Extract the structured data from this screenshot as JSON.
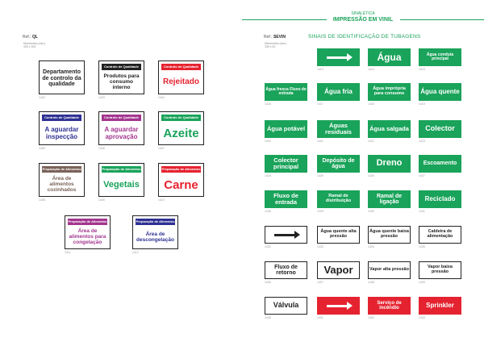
{
  "header": {
    "category": "SINALÉTICA",
    "title": "IMPRESSÃO EM VINIL"
  },
  "left": {
    "ref_label": "Ref.:",
    "ref_code": "QL",
    "dim_label": "Dimensões (mm)",
    "dim_value": "400 x 300"
  },
  "right": {
    "ref_label": "Ref.:",
    "ref_code": "SEVIN",
    "dim_label": "Dimensões (mm)",
    "dim_value": "150 x 40",
    "section_title": "SINAIS DE IDENTIFICAÇÃO DE TUBAGENS"
  },
  "colors": {
    "green": "#1aa35a",
    "red": "#e52330",
    "black": "#222222",
    "blue": "#2e3192",
    "purple": "#a3358f",
    "brown": "#7a6259"
  },
  "left_signs": [
    {
      "header": "",
      "text": "Departamento de controlo da qualidade",
      "code": "1402",
      "color": "#222222",
      "text_color": "#222222",
      "size": 7
    },
    {
      "header": "Controlo de Qualidade",
      "text": "Produtos para consumo interno",
      "code": "1403",
      "color": "#222222",
      "text_color": "#222222",
      "size": 6.5
    },
    {
      "header": "Controlo de Qualidade",
      "text": "Rejeitado",
      "code": "1404",
      "color": "#e52330",
      "text_color": "#e52330",
      "size": 10
    },
    {
      "header": "Controlo de Qualidade",
      "text": "A aguardar inspecção",
      "code": "1405",
      "color": "#2e3192",
      "text_color": "#2e3192",
      "size": 8
    },
    {
      "header": "Controlo de Qualidade",
      "text": "A aguardar aprovação",
      "code": "1406",
      "color": "#a3358f",
      "text_color": "#a3358f",
      "size": 8
    },
    {
      "header": "Controlo de Qualidade",
      "text": "Azeite",
      "code": "1407",
      "color": "#1aa35a",
      "text_color": "#1aa35a",
      "size": 15
    },
    {
      "header": "Preparação de Alimentos",
      "text": "Área de alimentos cozinhados",
      "code": "1408",
      "color": "#7a6259",
      "text_color": "#7a6259",
      "size": 6.5
    },
    {
      "header": "Preparação de Alimentos",
      "text": "Vegetais",
      "code": "1409",
      "color": "#1aa35a",
      "text_color": "#1aa35a",
      "size": 11
    },
    {
      "header": "Preparação de Alimentos",
      "text": "Carne",
      "code": "1410",
      "color": "#e52330",
      "text_color": "#e52330",
      "size": 15
    },
    {
      "header": "Preparação de Alimentos",
      "text": "Área de alimentos para congelação",
      "code": "1411",
      "color": "#a3358f",
      "text_color": "#a3358f",
      "size": 6.5
    },
    {
      "header": "Preparação de Alimentos",
      "text": "Área de descongelação",
      "code": "1412",
      "color": "#2e3192",
      "text_color": "#2e3192",
      "size": 6.5
    }
  ],
  "right_signs": [
    {
      "text": "",
      "arrow": true,
      "code": "1413",
      "style": "green",
      "size": 8
    },
    {
      "text": "Água",
      "code": "1414",
      "style": "green",
      "size": 12
    },
    {
      "text": "Água conduta principal",
      "code": "1415",
      "style": "green",
      "size": 5
    },
    {
      "text": "Água fresca Fluxo de entrada",
      "code": "1416",
      "style": "green",
      "size": 5
    },
    {
      "text": "Água fria",
      "code": "1417",
      "style": "green",
      "size": 8
    },
    {
      "text": "Água imprópria para consumo",
      "code": "1418",
      "style": "green",
      "size": 5.5
    },
    {
      "text": "Água quente",
      "code": "1419",
      "style": "green",
      "size": 8
    },
    {
      "text": "Água potável",
      "code": "1420",
      "style": "green",
      "size": 7.5
    },
    {
      "text": "Águas residuais",
      "code": "1421",
      "style": "green",
      "size": 7.5
    },
    {
      "text": "Água salgada",
      "code": "1422",
      "style": "green",
      "size": 7.5
    },
    {
      "text": "Colector",
      "code": "1423",
      "style": "green",
      "size": 9
    },
    {
      "text": "Colector principal",
      "code": "1424",
      "style": "green",
      "size": 7.5
    },
    {
      "text": "Depósito de água",
      "code": "1425",
      "style": "green",
      "size": 7
    },
    {
      "text": "Dreno",
      "code": "1426",
      "style": "green",
      "size": 11
    },
    {
      "text": "Escoamento",
      "code": "1427",
      "style": "green",
      "size": 7
    },
    {
      "text": "Fluxo de entrada",
      "code": "1428",
      "style": "green",
      "size": 7.5
    },
    {
      "text": "Ramal de distribuição",
      "code": "1429",
      "style": "green",
      "size": 5.5
    },
    {
      "text": "Ramal de ligação",
      "code": "1430",
      "style": "green",
      "size": 7
    },
    {
      "text": "Reciclado",
      "code": "1431",
      "style": "green",
      "size": 8
    },
    {
      "text": "",
      "arrow": true,
      "code": "1432",
      "style": "white",
      "size": 8
    },
    {
      "text": "Água quente alta pressão",
      "code": "1433",
      "style": "white",
      "size": 5.5
    },
    {
      "text": "Água quente baixa pressão",
      "code": "1434",
      "style": "white",
      "size": 5.5
    },
    {
      "text": "Caldeira de alimentação",
      "code": "1435",
      "style": "white",
      "size": 5.5
    },
    {
      "text": "Fluxo de retorno",
      "code": "1436",
      "style": "white",
      "size": 7
    },
    {
      "text": "Vapor",
      "code": "1437",
      "style": "white",
      "size": 13
    },
    {
      "text": "Vapor alta pressão",
      "code": "1438",
      "style": "white",
      "size": 5.5
    },
    {
      "text": "Vapor baixa pressão",
      "code": "1439",
      "style": "white",
      "size": 5.5
    },
    {
      "text": "Válvula",
      "code": "1440",
      "style": "white",
      "size": 9
    },
    {
      "text": "",
      "arrow": true,
      "code": "1441",
      "style": "red",
      "size": 8
    },
    {
      "text": "Serviço de incêndio",
      "code": "1442",
      "style": "red",
      "size": 6
    },
    {
      "text": "Sprinkler",
      "code": "1443",
      "style": "red",
      "size": 8
    }
  ]
}
